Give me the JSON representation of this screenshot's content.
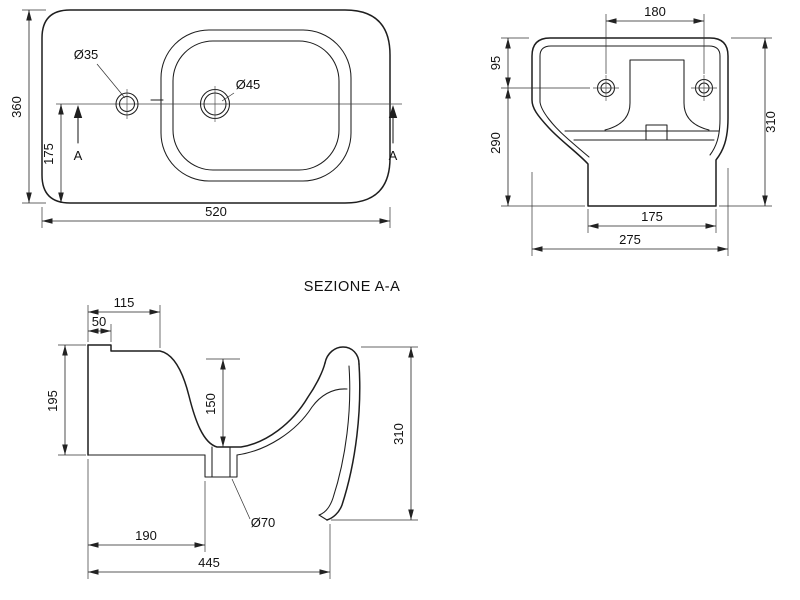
{
  "drawing": {
    "section_title": "SEZIONE A-A",
    "plan": {
      "depth": "360",
      "center_offset": "175",
      "width": "520",
      "tap_hole": "Ø35",
      "drain_hole": "Ø45",
      "section_marker": "A"
    },
    "front": {
      "hole_spacing": "180",
      "holes_from_top": "95",
      "height_below_holes": "290",
      "total_height": "310",
      "base_width": "175",
      "total_width": "275"
    },
    "section": {
      "deck_depth": "115",
      "ledge_depth": "50",
      "rear_height": "195",
      "bowl_depth": "150",
      "total_height": "310",
      "drain_offset": "190",
      "drain_diameter": "Ø70",
      "total_depth": "445"
    },
    "colors": {
      "line": "#1e1e1e",
      "dim_line": "#222222",
      "text": "#111111",
      "background": "#ffffff"
    }
  }
}
